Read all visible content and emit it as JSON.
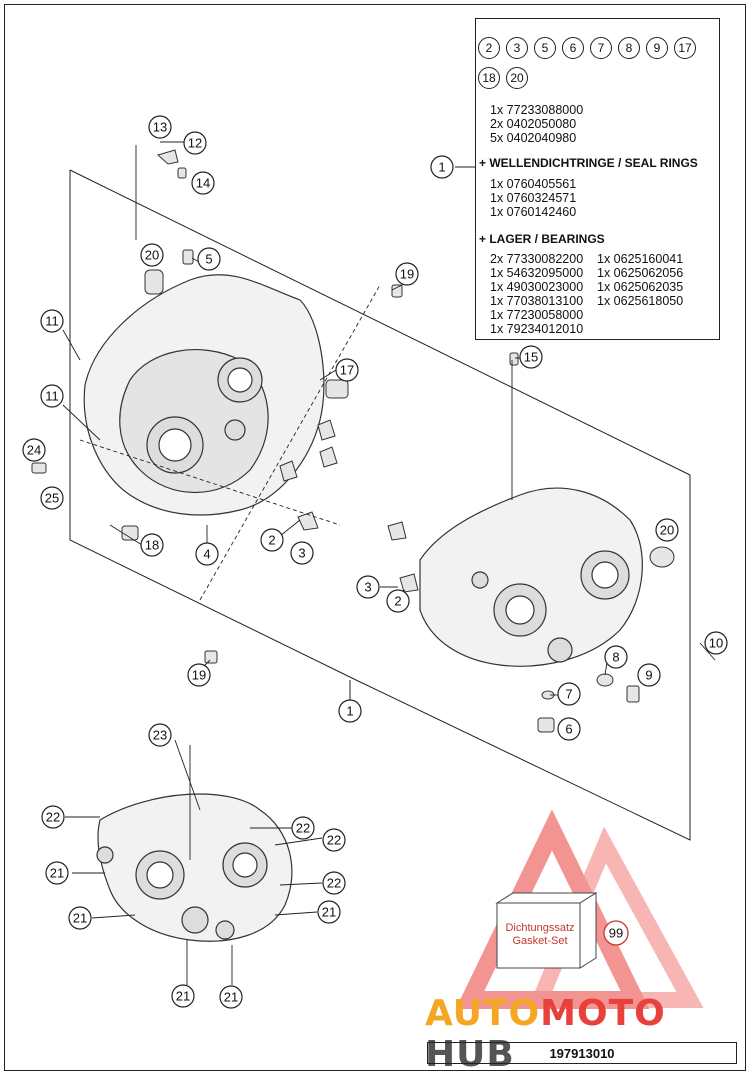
{
  "parts_box": {
    "bubbles_row1": [
      "2",
      "3",
      "5",
      "6",
      "7",
      "8",
      "9",
      "17"
    ],
    "bubbles_row2": [
      "18",
      "20"
    ],
    "kit_parts": [
      "1x 77233088000",
      "2x 0402050080",
      "5x 0402040980"
    ],
    "ref_bubble": "1",
    "seal_heading": "+ WELLENDICHTRINGE / SEAL RINGS",
    "seal_parts": [
      "1x 0760405561",
      "1x 0760324571",
      "1x 0760142460"
    ],
    "bearing_heading": "+ LAGER / BEARINGS",
    "bearing_col1": [
      "2x 77330082200",
      "1x 54632095000",
      "1x 49030023000",
      "1x 77038013100",
      "1x 77230058000",
      "1x 79234012010"
    ],
    "bearing_col2": [
      "1x 0625160041",
      "1x 0625062056",
      "1x 0625062035",
      "1x 0625618050"
    ]
  },
  "callouts": [
    "13",
    "12",
    "14",
    "20",
    "5",
    "19",
    "11",
    "17",
    "11",
    "24",
    "25",
    "18",
    "4",
    "2",
    "3",
    "15",
    "20",
    "3",
    "2",
    "10",
    "8",
    "9",
    "19",
    "7",
    "6",
    "1",
    "23",
    "22",
    "22",
    "22",
    "21",
    "22",
    "21",
    "21",
    "21",
    "21"
  ],
  "gasket": {
    "label_de": "Dichtungssatz",
    "label_en": "Gasket-Set",
    "number": "99"
  },
  "document_number": "197913010",
  "watermark": {
    "part1": "AUTO",
    "part2": "MOTO",
    "part3": "HUB",
    "colors": {
      "auto": "#f5a623",
      "moto": "#e8403a",
      "hub": "#555555"
    }
  }
}
